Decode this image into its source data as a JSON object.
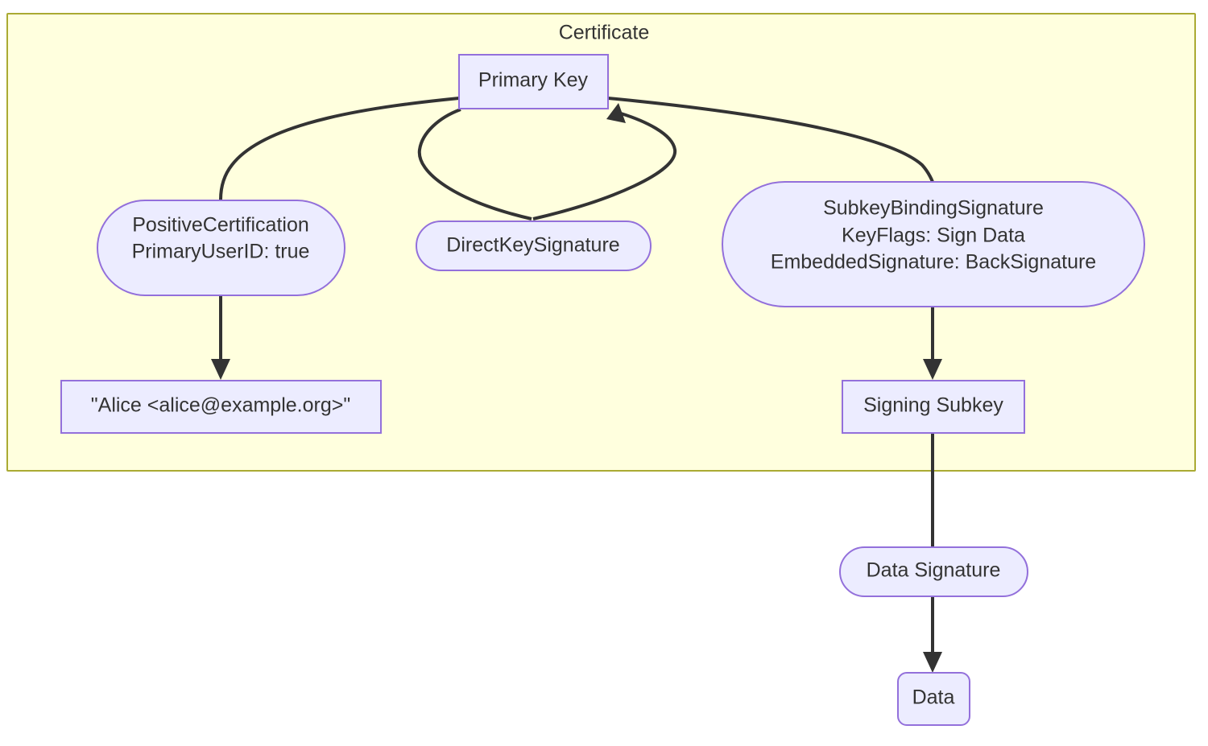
{
  "diagram": {
    "type": "flowchart",
    "direction": "top-down",
    "background": "#ffffff",
    "cluster": {
      "id": "certificate",
      "title": "Certificate",
      "fill": "#ffffde",
      "stroke": "#aaaa33"
    },
    "theme": {
      "node_fill": "#ececff",
      "node_stroke": "#9370db",
      "text_color": "#333333",
      "edge_color": "#333333"
    },
    "nodes": [
      {
        "id": "primary-key",
        "shape": "rect",
        "lines": [
          "Primary Key"
        ],
        "in_cluster": true
      },
      {
        "id": "positive-certification",
        "shape": "stadium",
        "lines": [
          "PositiveCertification",
          "PrimaryUserID: true"
        ],
        "in_cluster": true
      },
      {
        "id": "direct-key-signature",
        "shape": "stadium",
        "lines": [
          "DirectKeySignature"
        ],
        "in_cluster": true
      },
      {
        "id": "subkey-binding-signature",
        "shape": "stadium",
        "lines": [
          "SubkeyBindingSignature",
          "KeyFlags: Sign Data",
          "EmbeddedSignature: BackSignature"
        ],
        "in_cluster": true
      },
      {
        "id": "user-id",
        "shape": "rect",
        "lines": [
          "\"Alice <alice@example.org>\""
        ],
        "in_cluster": true
      },
      {
        "id": "signing-subkey",
        "shape": "rect",
        "lines": [
          "Signing Subkey"
        ],
        "in_cluster": true
      },
      {
        "id": "data-signature",
        "shape": "stadium",
        "lines": [
          "Data Signature"
        ],
        "in_cluster": false
      },
      {
        "id": "data",
        "shape": "rounded-rect",
        "lines": [
          "Data"
        ],
        "in_cluster": false
      }
    ],
    "edges": [
      {
        "id": "edge-primarykey-positivecertification",
        "from": "primary-key",
        "to": "positive-certification",
        "arrow": false,
        "label": ""
      },
      {
        "id": "edge-primarykey-directkeysignature",
        "from": "primary-key",
        "to": "direct-key-signature",
        "arrow": false,
        "label": ""
      },
      {
        "id": "edge-directkeysignature-primarykey",
        "from": "direct-key-signature",
        "to": "primary-key",
        "arrow": true,
        "label": ""
      },
      {
        "id": "edge-primarykey-subkeybindingsignature",
        "from": "primary-key",
        "to": "subkey-binding-signature",
        "arrow": false,
        "label": ""
      },
      {
        "id": "edge-positivecertification-userid",
        "from": "positive-certification",
        "to": "user-id",
        "arrow": true,
        "label": ""
      },
      {
        "id": "edge-subkeybindingsignature-signingsubkey",
        "from": "subkey-binding-signature",
        "to": "signing-subkey",
        "arrow": true,
        "label": ""
      },
      {
        "id": "edge-signingsubkey-datasignature",
        "from": "signing-subkey",
        "to": "data-signature",
        "arrow": false,
        "label": ""
      },
      {
        "id": "edge-datasignature-data",
        "from": "data-signature",
        "to": "data",
        "arrow": true,
        "label": ""
      }
    ]
  }
}
